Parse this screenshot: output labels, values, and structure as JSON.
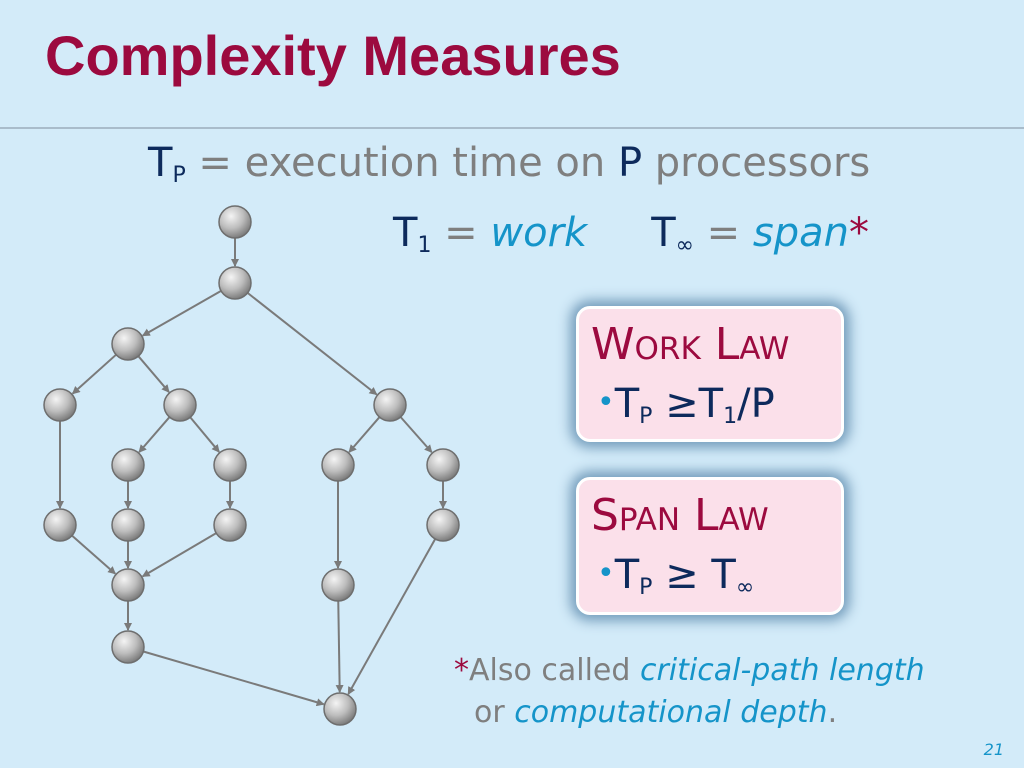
{
  "title": "Complexity Measures",
  "line1": {
    "t": "T",
    "sub": "P",
    "eq": " = ",
    "text": "execution time on ",
    "p": "P",
    "rest": " processors"
  },
  "line2": {
    "t1": "T",
    "sub1": "1",
    "eq1": " = ",
    "work": "work",
    "tinf": "T",
    "subinf": "∞",
    "eq2": " = ",
    "span": "span",
    "star": "*"
  },
  "work_law": {
    "heading": "Work Law",
    "bullet": "•",
    "formula": "T",
    "sub": "P",
    "rel": " ≥T",
    "sub2": "1",
    "rest": "/P"
  },
  "span_law": {
    "heading": "Span Law",
    "bullet": "•",
    "formula": "T",
    "sub": "P",
    "rel": " ≥ T",
    "sub2": "∞"
  },
  "footnote": {
    "star": "*",
    "text1": "Also called ",
    "term1": "critical-path length",
    "text2": "or ",
    "term2": "computational depth",
    "end": "."
  },
  "page_number": "21",
  "colors": {
    "background": "#d3ebf9",
    "title": "#9c0a3f",
    "accent": "#1594c9",
    "navy": "#0d2a5c",
    "text_gray": "#7f7f7f",
    "box_fill": "#fbe0ea"
  },
  "dag": {
    "nodes": [
      {
        "id": "n1"
      },
      {
        "id": "n2"
      },
      {
        "id": "n3"
      },
      {
        "id": "n4"
      },
      {
        "id": "n5"
      },
      {
        "id": "n6"
      },
      {
        "id": "n7"
      },
      {
        "id": "n8"
      },
      {
        "id": "n9"
      },
      {
        "id": "n10"
      },
      {
        "id": "n11"
      },
      {
        "id": "n12"
      },
      {
        "id": "n13"
      },
      {
        "id": "n14"
      },
      {
        "id": "n15"
      },
      {
        "id": "n16"
      },
      {
        "id": "n17"
      },
      {
        "id": "n18"
      },
      {
        "id": "n19"
      },
      {
        "id": "n20"
      }
    ],
    "edges": [
      [
        "n1",
        "n2"
      ],
      [
        "n2",
        "n3"
      ],
      [
        "n2",
        "n6"
      ],
      [
        "n3",
        "n4"
      ],
      [
        "n3",
        "n5"
      ],
      [
        "n5",
        "n7"
      ],
      [
        "n5",
        "n8"
      ],
      [
        "n6",
        "n9"
      ],
      [
        "n6",
        "n10"
      ],
      [
        "n4",
        "n11"
      ],
      [
        "n7",
        "n12"
      ],
      [
        "n8",
        "n13"
      ],
      [
        "n9",
        "n15"
      ],
      [
        "n10",
        "n14"
      ],
      [
        "n11",
        "n16"
      ],
      [
        "n12",
        "n16"
      ],
      [
        "n13",
        "n16"
      ],
      [
        "n16",
        "n17"
      ],
      [
        "n17",
        "n18"
      ],
      [
        "n15",
        "n18"
      ],
      [
        "n14",
        "n18"
      ]
    ]
  }
}
